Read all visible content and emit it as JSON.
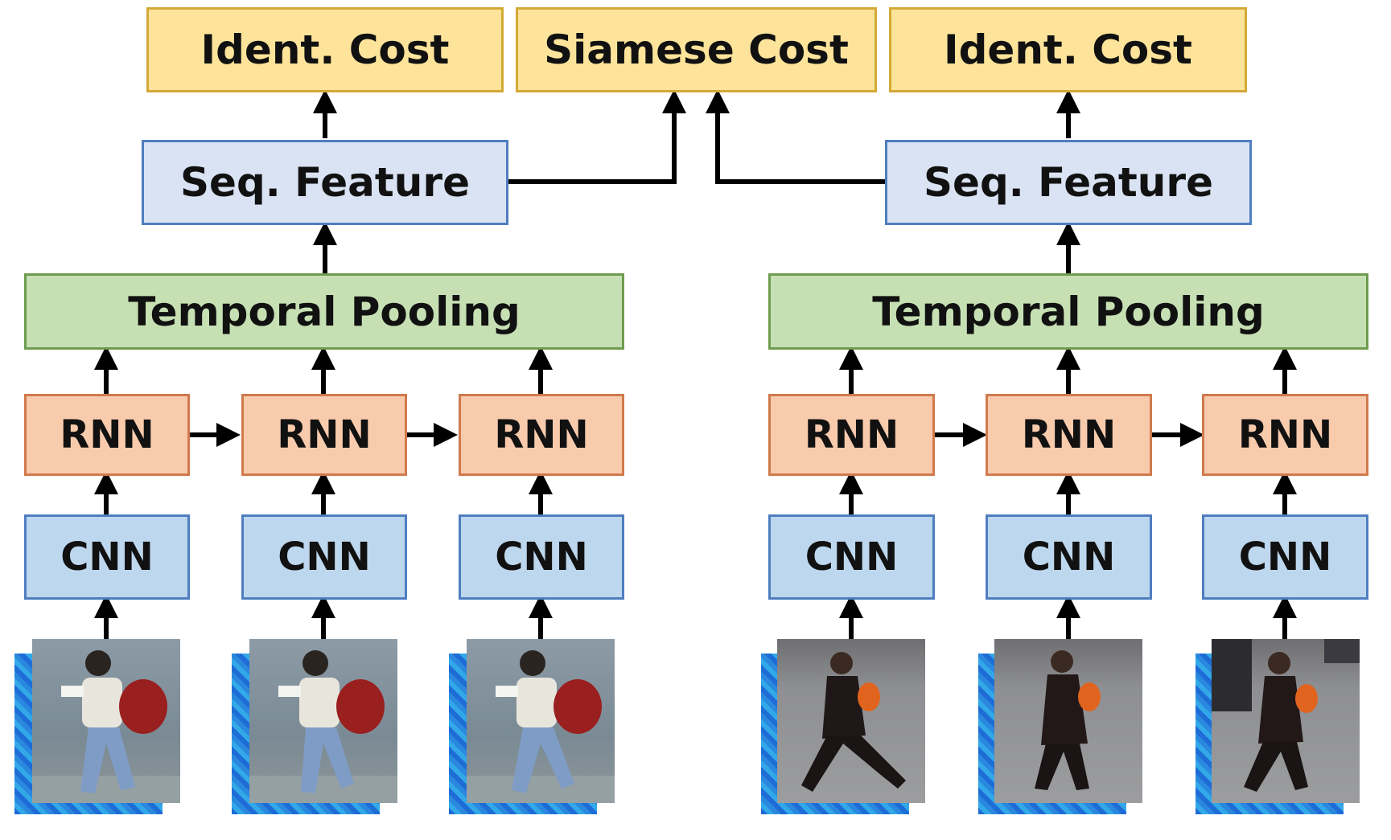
{
  "labels": {
    "ident_cost": "Ident. Cost",
    "siamese_cost": "Siamese Cost",
    "seq_feature": "Seq. Feature",
    "temporal_pooling": "Temporal Pooling",
    "rnn": "RNN",
    "cnn": "CNN"
  },
  "colors": {
    "cost_fill": "#fde49a",
    "feature_fill": "#dae3f3",
    "pooling_fill": "#c6e0b4",
    "rnn_fill": "#f8cbad",
    "cnn_fill": "#bdd7ee",
    "arrow": "#000000"
  }
}
